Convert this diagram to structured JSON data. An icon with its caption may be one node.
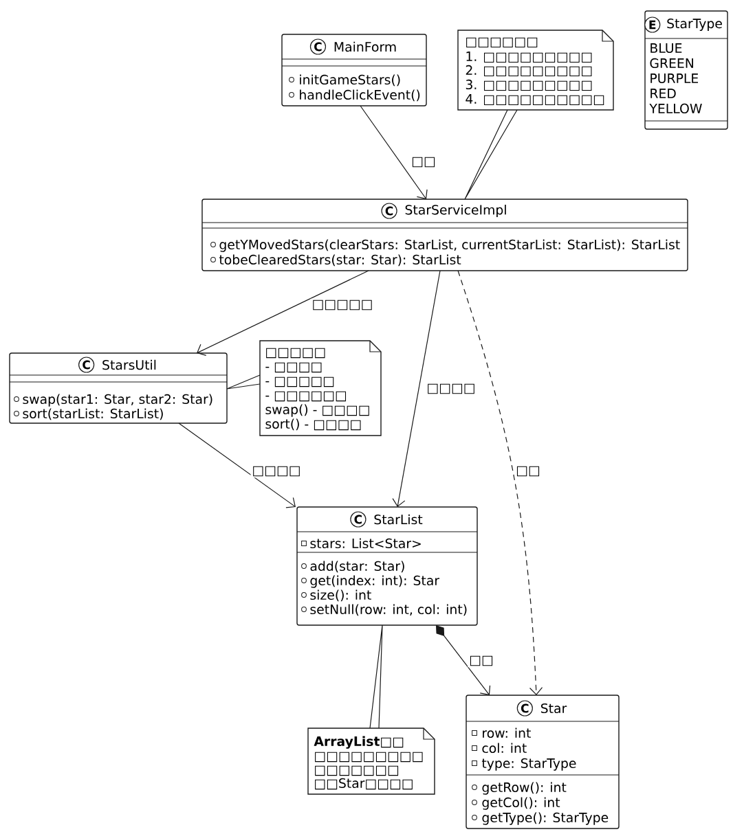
{
  "diagram": {
    "nodes": [
      {
        "text": [
          "C",
          "MainForm",
          "initGameStars()",
          "handleClickEvent()"
        ]
      },
      {
        "text": [
          "□□□□□□",
          "1. □□□□□□□□□",
          "2. □□□□□□□□□",
          "3. □□□□□□□□□",
          "4. □□□□□□□□□□"
        ]
      },
      {
        "text": [
          "E",
          "StarType",
          "BLUE",
          "GREEN",
          "PURPLE",
          "RED",
          "YELLOW"
        ]
      },
      {
        "text": [
          "C",
          "StarServiceImpl",
          "getYMovedStars(clearStars: StarList, currentStarList: StarList): StarList",
          "tobeClearedStars(star: Star): StarList"
        ]
      },
      {
        "text": [
          "C",
          "StarsUtil",
          "swap(star1: Star, star2: Star)",
          "sort(starList: StarList)"
        ]
      },
      {
        "text": [
          "□□□□□",
          "- □□□□",
          "- □□□□□",
          "- □□□□□□",
          "swap() - □□□□",
          "sort() - □□□□"
        ]
      },
      {
        "text": [
          "C",
          "StarList",
          "stars: List<Star>",
          "add(star: Star)",
          "get(index: int): Star",
          "size(): int",
          "setNull(row: int, col: int)"
        ]
      },
      {
        "text": [
          "**ArrayList**□□",
          "□□□□□□□□□",
          "□□□□□□□",
          "□□Star□□□□"
        ]
      },
      {
        "text": [
          "C",
          "Star",
          "row: int",
          "col: int",
          "type: StarType",
          "getRow(): int",
          "getCol(): int",
          "getType(): StarType"
        ]
      }
    ],
    "edges": [
      {
        "from": 0,
        "to": 3,
        "arrow": "to",
        "label": "□□"
      },
      {
        "from": 1,
        "to": 3,
        "arrow": "none"
      },
      {
        "from": 3,
        "to": 4,
        "arrow": "to",
        "label": "□□□□□"
      },
      {
        "from": 3,
        "to": 6,
        "arrow": "to",
        "label": "□□□□"
      },
      {
        "from": 3,
        "to": 8,
        "arrow": "to",
        "label": "□□",
        "style": "dashed"
      },
      {
        "from": 5,
        "to": 4,
        "arrow": "none"
      },
      {
        "from": 4,
        "to": 6,
        "arrow": "to",
        "label": "□□□□"
      },
      {
        "from": 6,
        "to": 8,
        "arrow": "to",
        "label": "□□"
      },
      {
        "from": 7,
        "to": 6,
        "arrow": "none"
      }
    ]
  }
}
